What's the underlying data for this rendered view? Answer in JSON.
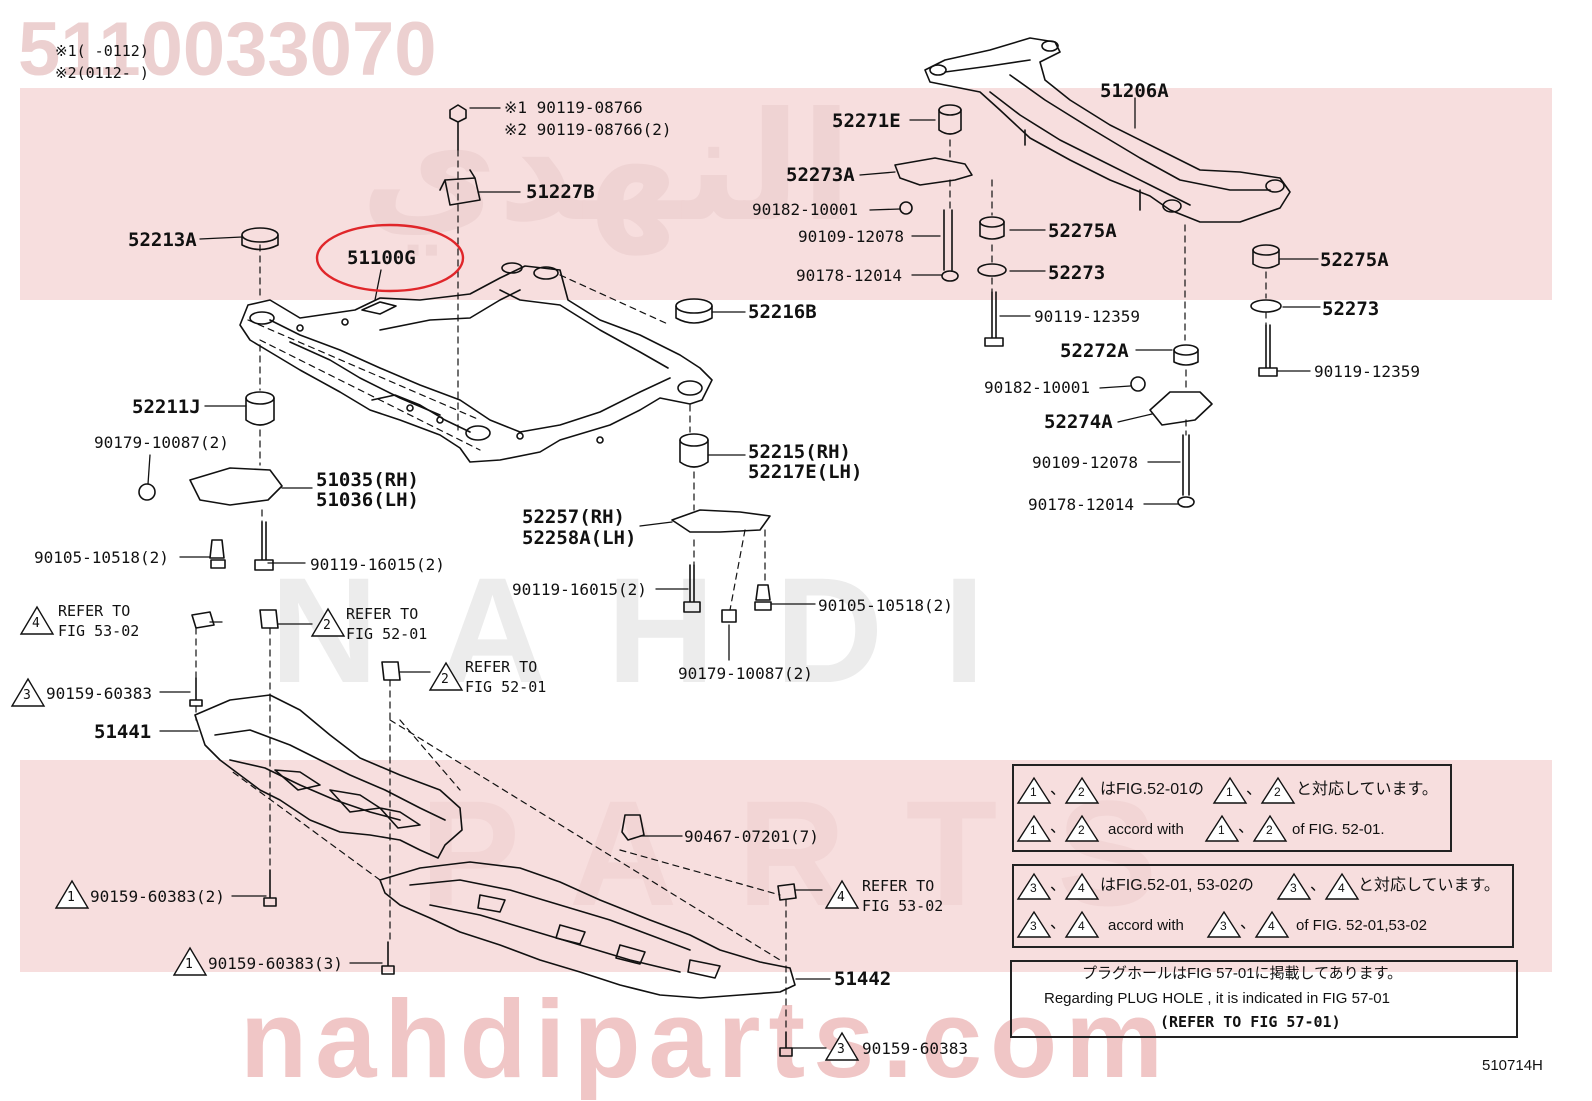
{
  "watermark": {
    "part_number": "5110033070",
    "brand": "NAHDI",
    "parts_word": "PARTS",
    "site": "nahdiparts.com",
    "arabic": "النهدي",
    "colors": {
      "band": "#f6d9d9",
      "text": "#e9c9c9"
    }
  },
  "header": {
    "note1": "※1(   -0112)",
    "note2": "※2(0112-   )"
  },
  "labels": {
    "l51206A": "51206A",
    "l52271E": "52271E",
    "l52273A": "52273A",
    "l90182_top": "90182-10001",
    "l90109_top": "90109-12078",
    "l90178_top": "90178-12014",
    "l52275A_1": "52275A",
    "l52273_1": "52273",
    "l52275A_2": "52275A",
    "l52273_2": "52273",
    "l90119_12359_1": "90119-12359",
    "l90119_12359_2": "90119-12359",
    "l52272A": "52272A",
    "l90182_mid": "90182-10001",
    "l52274A": "52274A",
    "l90109_mid": "90109-12078",
    "l90178_mid": "90178-12014",
    "l08766_1": "※1 90119-08766",
    "l08766_2": "※2 90119-08766(2)",
    "l51227B": "51227B",
    "l52213A": "52213A",
    "l51100G": "51100G",
    "l52216B": "52216B",
    "l52211J": "52211J",
    "l90179_left": "90179-10087(2)",
    "l51035": "51035(RH)",
    "l51036": "51036(LH)",
    "l52215": "52215(RH)",
    "l52217E": "52217E(LH)",
    "l52257": "52257(RH)",
    "l52258A": "52258A(LH)",
    "l90105_left": "90105-10518(2)",
    "l90119_16015_left": "90119-16015(2)",
    "l90119_16015_mid": "90119-16015(2)",
    "l90105_right": "90105-10518(2)",
    "l90179_mid": "90179-10087(2)",
    "l51441": "51441",
    "l90159_1": "90159-60383",
    "l90467": "90467-07201(7)",
    "l90159_2": "90159-60383(2)",
    "l90159_3": "90159-60383(3)",
    "l51442": "51442",
    "l90159_4": "90159-60383",
    "fig_code": "510714H"
  },
  "refers": {
    "r4a_1": "REFER TO",
    "r4a_2": "FIG 53-02",
    "r2a_1": "REFER TO",
    "r2a_2": "FIG 52-01",
    "r2b_1": "REFER TO",
    "r2b_2": "FIG 52-01",
    "r4b_1": "REFER TO",
    "r4b_2": "FIG 53-02"
  },
  "markers": {
    "m4a": "4",
    "m2a": "2",
    "m2b": "2",
    "m3a": "3",
    "m1a": "1",
    "m1b": "1",
    "m4b": "4",
    "m3b": "3"
  },
  "notes": {
    "n1_jp": "はFIG.52-01の",
    "n1_jp_end": "と対応しています。",
    "n1_en_mid": "accord with",
    "n1_en_end": "of FIG. 52-01.",
    "n2_jp": "はFIG.52-01, 53-02の",
    "n2_jp_end": "と対応しています。",
    "n2_en_mid": "accord with",
    "n2_en_end": "of FIG. 52-01,53-02",
    "n3_jp": "プラグホールはFIG 57-01に掲載してあります。",
    "n3_en": "Regarding  PLUG  HOLE , it is indicated in FIG  57-01",
    "n3_ref": "(REFER  TO  FIG  57-01)",
    "sep": "、",
    "t1": "1",
    "t2": "2",
    "t3": "3",
    "t4": "4"
  }
}
